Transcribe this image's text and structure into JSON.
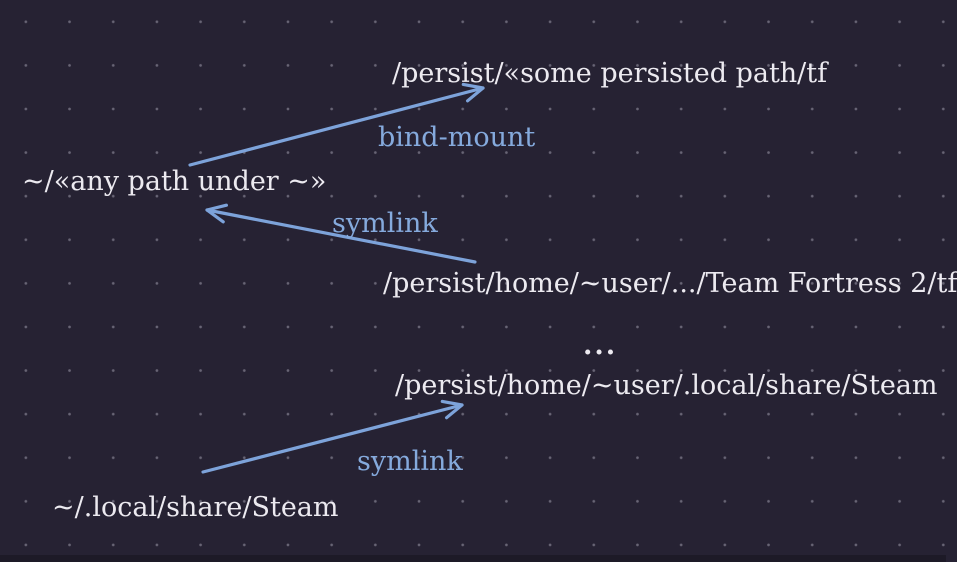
{
  "canvas": {
    "background_color": "#262233",
    "dot_grid_color": "#9a97a6",
    "text_color": "#eceaf0",
    "accent_blue": "#7da3da"
  },
  "diagram": {
    "nodes": [
      {
        "id": "persist-some-path",
        "label": "/persist/«some persisted path/tf"
      },
      {
        "id": "home-any-path",
        "label": "~/«any path under ~»"
      },
      {
        "id": "persist-home-tf",
        "label": "/persist/home/~user/.../Team Fortress 2/tf"
      },
      {
        "id": "ellipsis",
        "label": "..."
      },
      {
        "id": "persist-home-steam",
        "label": "/persist/home/~user/.local/share/Steam"
      },
      {
        "id": "home-steam",
        "label": "~/.local/share/Steam"
      }
    ],
    "edges": [
      {
        "id": "bind-mount-edge",
        "label": "bind-mount",
        "from": "home-any-path",
        "to": "persist-some-path"
      },
      {
        "id": "symlink-edge-1",
        "label": "symlink",
        "from": "persist-home-tf",
        "to": "home-any-path"
      },
      {
        "id": "symlink-edge-2",
        "label": "symlink",
        "from": "home-steam",
        "to": "persist-home-steam"
      }
    ]
  }
}
